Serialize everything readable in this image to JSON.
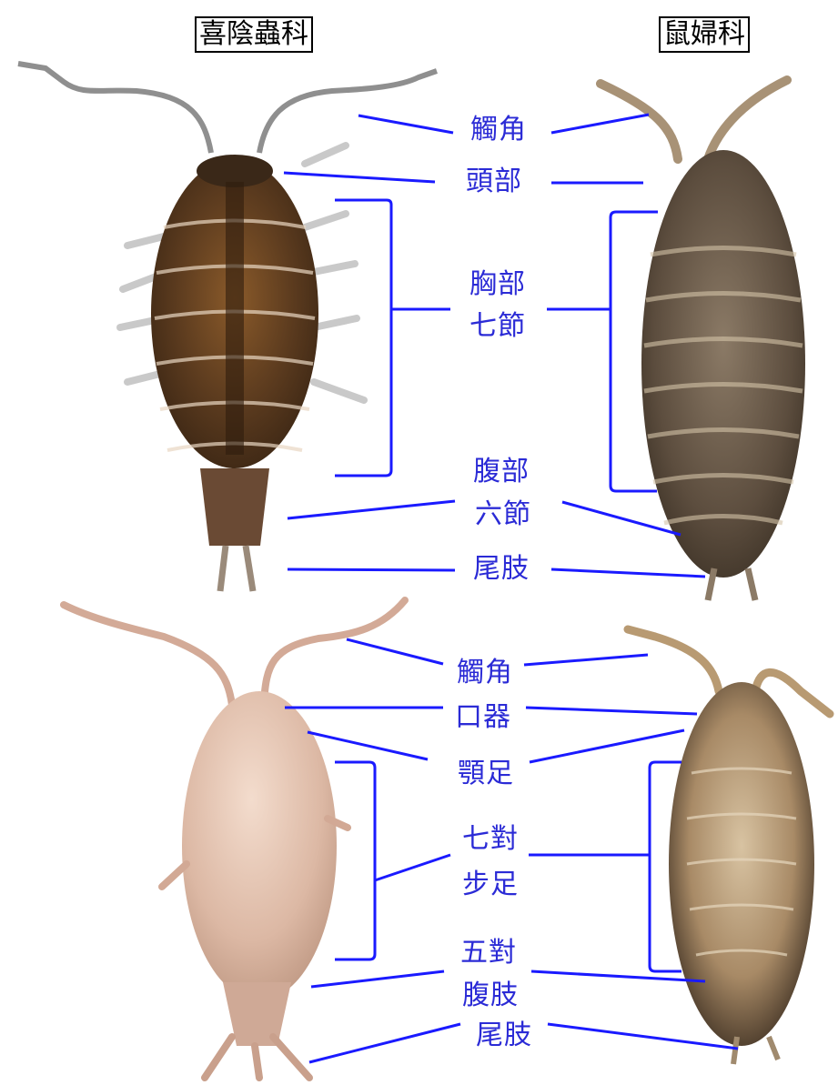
{
  "families": {
    "left": "喜陰蟲科",
    "right": "鼠婦科"
  },
  "dorsal_labels": {
    "antenna": "觸角",
    "head": "頭部",
    "thorax_line1": "胸部",
    "thorax_line2": "七節",
    "abdomen_line1": "腹部",
    "abdomen_line2": "六節",
    "uropod": "尾肢"
  },
  "ventral_labels": {
    "antenna": "觸角",
    "mouthparts": "口器",
    "maxilliped": "顎足",
    "legs_line1": "七對",
    "legs_line2": "步足",
    "pleopods_line1": "五對",
    "pleopods_line2": "腹肢",
    "uropod": "尾肢"
  },
  "colors": {
    "label": "#2b2bd6",
    "leader_line": "#1a1aff"
  }
}
